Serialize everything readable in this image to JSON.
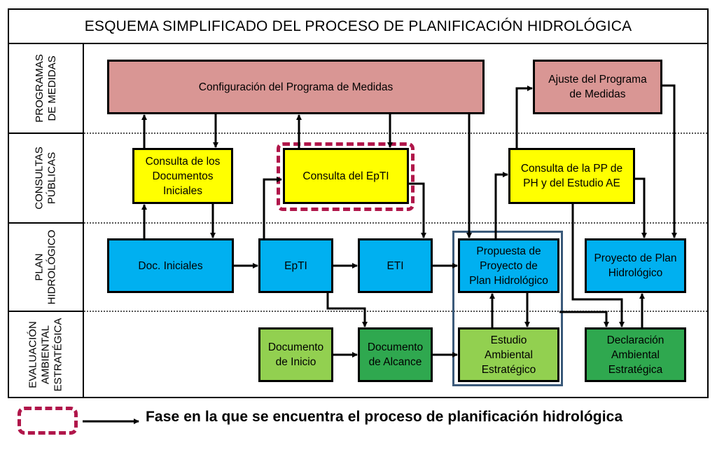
{
  "title": "ESQUEMA SIMPLIFICADO DEL PROCESO DE PLANIFICACIÓN HIDROLÓGICA",
  "lanes": [
    {
      "id": "programas",
      "label": "PROGRAMAS\nDE MEDIDAS"
    },
    {
      "id": "consultas",
      "label": "CONSULTAS\nPÚBLICAS"
    },
    {
      "id": "plan",
      "label": "PLAN\nHIDROLÓGICO"
    },
    {
      "id": "eae",
      "label": "EVALUACIÓN\nAMBIENTAL\nESTRATÉGICA"
    }
  ],
  "nodes": {
    "config_pm": {
      "label": "Configuración del Programa de Medidas",
      "color": "#d99694"
    },
    "ajuste_pm": {
      "label": "Ajuste del Programa\nde Medidas",
      "color": "#d99694"
    },
    "consulta_docs": {
      "label": "Consulta de los\nDocumentos\nIniciales",
      "color": "#ffff00"
    },
    "consulta_epti": {
      "label": "Consulta del EpTI",
      "color": "#ffff00"
    },
    "consulta_pp": {
      "label": "Consulta de la PP de\nPH y del Estudio AE",
      "color": "#ffff00"
    },
    "doc_iniciales": {
      "label": "Doc. Iniciales",
      "color": "#00b0f0"
    },
    "epti": {
      "label": "EpTI",
      "color": "#00b0f0"
    },
    "eti": {
      "label": "ETI",
      "color": "#00b0f0"
    },
    "propuesta_ph": {
      "label": "Propuesta de\nProyecto de\nPlan Hidrológico",
      "color": "#00b0f0"
    },
    "proyecto_ph": {
      "label": "Proyecto de Plan\nHidrológico",
      "color": "#00b0f0"
    },
    "doc_inicio": {
      "label": "Documento\nde Inicio",
      "color": "#92d050"
    },
    "doc_alcance": {
      "label": "Documento\nde Alcance",
      "color": "#2fa84f"
    },
    "estudio_ae": {
      "label": "Estudio\nAmbiental\nEstratégico",
      "color": "#92d050"
    },
    "declaracion_ae": {
      "label": "Declaración\nAmbiental\nEstratégica",
      "color": "#2fa84f"
    }
  },
  "edges": [
    [
      "consulta_docs",
      "config_pm"
    ],
    [
      "config_pm",
      "consulta_docs"
    ],
    [
      "doc_iniciales",
      "consulta_docs"
    ],
    [
      "consulta_docs",
      "doc_iniciales"
    ],
    [
      "doc_iniciales",
      "epti"
    ],
    [
      "epti",
      "consulta_epti"
    ],
    [
      "consulta_epti",
      "config_pm"
    ],
    [
      "config_pm",
      "consulta_epti"
    ],
    [
      "consulta_epti",
      "eti"
    ],
    [
      "epti",
      "eti"
    ],
    [
      "epti",
      "doc_alcance"
    ],
    [
      "eti",
      "propuesta_ph"
    ],
    [
      "config_pm",
      "propuesta_ph"
    ],
    [
      "doc_inicio",
      "doc_alcance"
    ],
    [
      "doc_alcance",
      "estudio_ae"
    ],
    [
      "estudio_ae",
      "propuesta_ph"
    ],
    [
      "propuesta_ph",
      "estudio_ae"
    ],
    [
      "propuesta_ph",
      "consulta_pp"
    ],
    [
      "consulta_pp",
      "ajuste_pm"
    ],
    [
      "ajuste_pm",
      "proyecto_ph"
    ],
    [
      "consulta_pp",
      "proyecto_ph"
    ],
    [
      "consulta_pp",
      "declaracion_ae"
    ],
    [
      "estudio_ae",
      "declaracion_ae"
    ],
    [
      "declaracion_ae",
      "proyecto_ph"
    ]
  ],
  "current_phase": "consulta_epti",
  "legend": {
    "text": "Fase en la que se encuentra el proceso de planificación hidrológica"
  }
}
